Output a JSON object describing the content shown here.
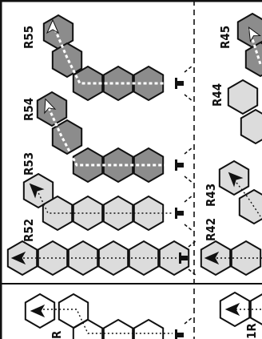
{
  "colors": {
    "background": "#ffffff",
    "border": "#111111",
    "hex_dark": "#8c8c8c",
    "hex_light": "#dcdcdc",
    "hex_white": "#ffffff",
    "path_light": "#ffffff",
    "path_dark": "#111111"
  },
  "panels": {
    "left_top": {
      "routes": [
        {
          "label": "R55",
          "style": "dark"
        },
        {
          "label": "R54",
          "style": "dark"
        },
        {
          "label": "R53",
          "style": "light"
        },
        {
          "label": "R52",
          "style": "light"
        }
      ]
    },
    "right_top": {
      "routes": [
        {
          "label": "R45",
          "style": "dark"
        },
        {
          "label": "R44",
          "style": "light"
        },
        {
          "label": "R43",
          "style": "light"
        },
        {
          "label": "R42",
          "style": "light"
        }
      ]
    },
    "left_bottom": {
      "routes": [
        {
          "label": "R",
          "style": "white"
        }
      ]
    },
    "right_bottom": {
      "routes": [
        {
          "label": "1R",
          "style": "white"
        }
      ]
    }
  },
  "icons": {
    "start": "arrowhead-icon",
    "end": "exit-marker-icon"
  }
}
